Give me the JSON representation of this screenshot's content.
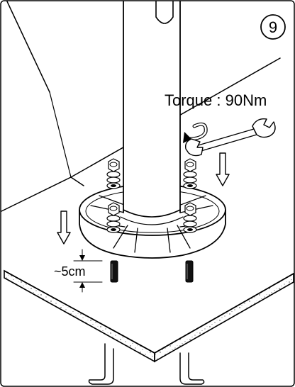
{
  "step_number": "9",
  "torque_label": "Torque : 90Nm",
  "gap_label": "~5cm",
  "icons": {
    "rotation": "curved-arrow-icon",
    "tool": "wrench-icon",
    "down_arrow": "down-arrow-icon"
  },
  "colors": {
    "line": "#000000",
    "background": "#ffffff",
    "bolt_fill": "#111111"
  }
}
